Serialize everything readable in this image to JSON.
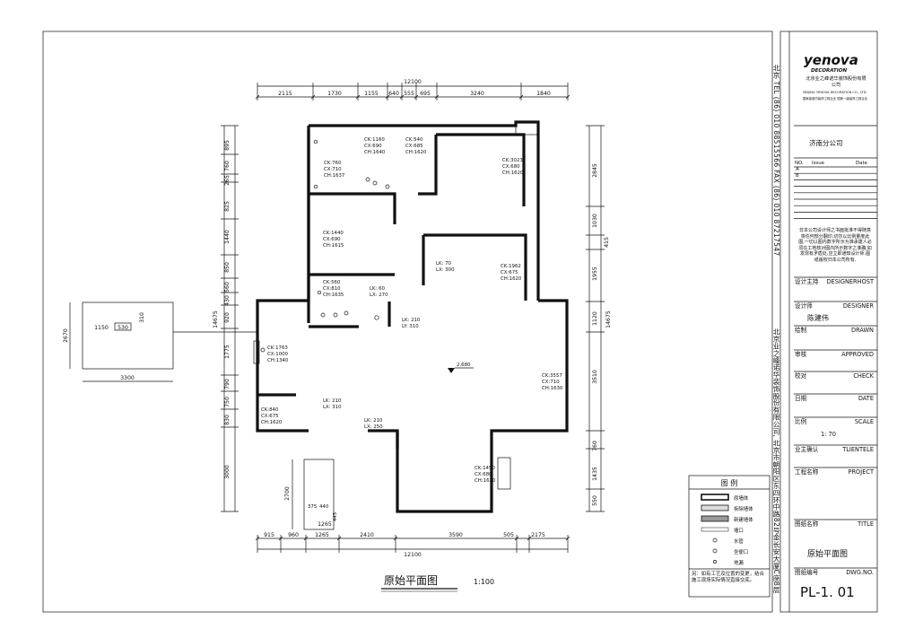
{
  "plan": {
    "title": "原始平面图",
    "scale": "1:100",
    "height_mark": "2.680",
    "top_total": "12100",
    "bottom_total": "12100",
    "top_dims": [
      "2115",
      "1730",
      "1155",
      "640",
      "555",
      "695",
      "3240",
      "1840"
    ],
    "bottom_dims": [
      "915",
      "960",
      "1265",
      "2410",
      "3590",
      "505",
      "2175"
    ],
    "left_total": "14675",
    "right_total": "14675",
    "left_dims": [
      "895",
      "760",
      "265",
      "825",
      "1440",
      "850",
      "560",
      "430",
      "920",
      "1775",
      "790",
      "750",
      "830",
      "3000"
    ],
    "right_dims": [
      "2845",
      "1030",
      "415",
      "1955",
      "1120",
      "3510",
      "760",
      "1435",
      "550"
    ],
    "outbuilding": {
      "w": "3300",
      "h": "2670",
      "a": "1150",
      "b": "530",
      "c": "310"
    },
    "bottom_unit": {
      "h": "2700",
      "a": "1265",
      "b": "375",
      "c": "440",
      "d": "445"
    },
    "rooms": [
      {
        "ck": "CK:1160",
        "cx": "CX:690",
        "ch": "CH:1640"
      },
      {
        "ck": "CK:540",
        "cx": "CX:685",
        "ch": "CH:1620"
      },
      {
        "ck": "CK:760",
        "cx": "CX:710",
        "ch": "CH:1637"
      },
      {
        "ck": "CK:3023",
        "cx": "CX:680",
        "ch": "CH:1620"
      },
      {
        "ck": "CK:1440",
        "cx": "CX:690",
        "ch": "CH:1615"
      },
      {
        "ck": "CK:1962",
        "cx": "CX:675",
        "ch": "CH:1620"
      },
      {
        "ck": "CK:560",
        "cx": "CX:810",
        "ch": "CH:1635"
      },
      {
        "ck": "CK:1763",
        "cx": "CX:1000",
        "ch": "CH:1340"
      },
      {
        "ck": "CK:3557",
        "cx": "CX:710",
        "ch": "CH:1630"
      },
      {
        "ck": "CK:840",
        "cx": "CX:675",
        "ch": "CH:1620"
      },
      {
        "ck": "CK:1450",
        "cx": "CX:680",
        "ch": "CH:1620"
      }
    ],
    "doors": [
      {
        "lk": "LK: 70",
        "lx": "LX: 300"
      },
      {
        "lk": "LK: 60",
        "lx": "LX: 270"
      },
      {
        "lk": "LK: 210",
        "lx": "LY: 310"
      },
      {
        "lk": "LK: 210",
        "lx": "LX: 310"
      },
      {
        "lk": "LK: 210",
        "lx": "LX: 250"
      }
    ]
  },
  "legend": {
    "title": "图  例",
    "items": [
      "原墙体",
      "拆除墙体",
      "新建墙体",
      "墙口",
      "水管",
      "坐便口",
      "地漏"
    ],
    "note": "另：如有工艺及位置的变更，结合施工现场实际情况直接交底。"
  },
  "titleblock": {
    "logo": "yenova",
    "logo_sub": "DECORATION",
    "company_cn": "北京业之峰诺华装饰股份有限公司",
    "company_en": "BEIJING YENOVA DECORATION CO., LTD.",
    "company_tiny": "国家级室内装饰工程企业 国家一级装饰工程企业",
    "branch": "济南分公司",
    "rev_cols": [
      "NO.",
      "Issue",
      "Date"
    ],
    "rev_a": "A",
    "rev_b": "B",
    "disclaimer": "非本公司设计师之书面批准不得随意将任何部分翻印,切勿以比例量度此图,一切以图内数字所示为准承建人必须在工地核对图内所示数字之准确,如发现有矛盾处,应立即通知设计师.图纸版权归本公司所有.",
    "fields": [
      {
        "cn": "设计主持",
        "en": "DESIGNERHOST",
        "val": ""
      },
      {
        "cn": "设计师",
        "en": "DESIGNER",
        "val": "陈建伟"
      },
      {
        "cn": "绘制",
        "en": "DRAWN",
        "val": ""
      },
      {
        "cn": "审核",
        "en": "APPROVED",
        "val": ""
      },
      {
        "cn": "校对",
        "en": "CHECK",
        "val": ""
      },
      {
        "cn": "日期",
        "en": "DATE",
        "val": ""
      },
      {
        "cn": "比例",
        "en": "SCALE",
        "val": "1: 70"
      },
      {
        "cn": "业主确认",
        "en": "TLIENTELE",
        "val": ""
      },
      {
        "cn": "工程名称",
        "en": "PROJECT",
        "val": ""
      },
      {
        "cn": "图纸名称",
        "en": "TITLE",
        "val": "原始平面图"
      },
      {
        "cn": "图纸编号",
        "en": "DWG.NO.",
        "val": "PL-1. 01"
      }
    ],
    "vertical_contact": "北京  TEL (86) 010 88515566   FAX (86) 010 87217547",
    "vertical_address": "北京业之峰诺华装饰股份有限公司, 北京市朝阳区东四环中路82号金长安大厦C座8层"
  }
}
